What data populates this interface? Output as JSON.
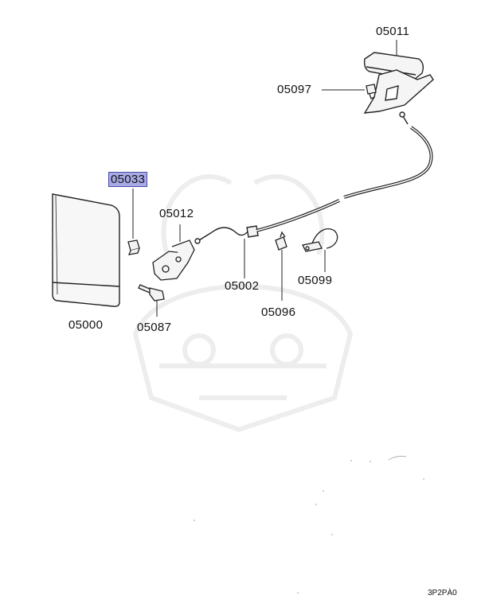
{
  "callouts": {
    "p05011": "05011",
    "p05097": "05097",
    "p05033": "05033",
    "p05012": "05012",
    "p05000": "05000",
    "p05087": "05087",
    "p05002": "05002",
    "p05096": "05096",
    "p05099": "05099"
  },
  "highlighted_part": "05033",
  "highlight_color": "#a9a9e6",
  "diagram_code": "3P2PÀ0"
}
